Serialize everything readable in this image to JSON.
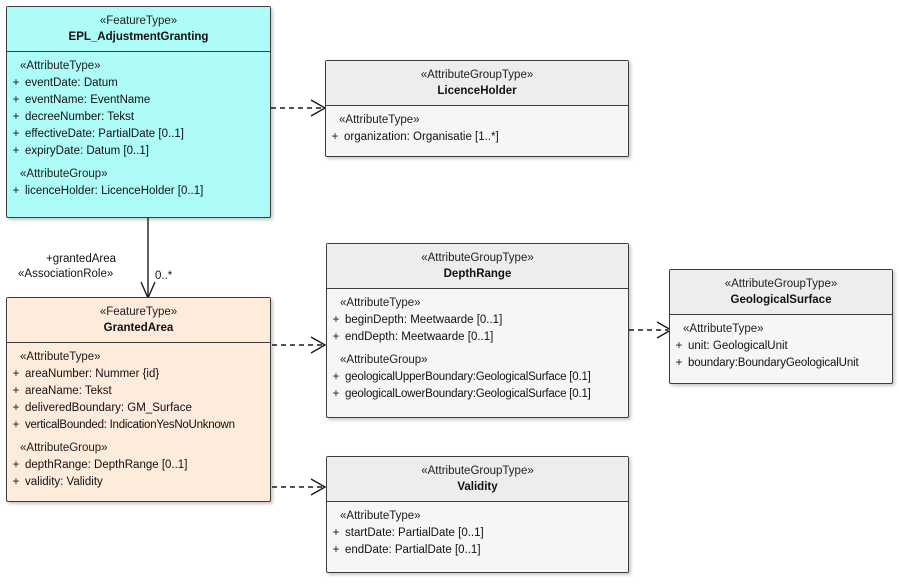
{
  "diagram": {
    "title": "EPL_AdjustmentGranting UML class diagram",
    "background": "#ffffff",
    "colors": {
      "feature_type_primary": "#aefcf7",
      "feature_type_secondary": "#fdebdc",
      "attribute_group_type": "#f6f6f6",
      "attribute_group_type_header": "#ededed",
      "border": "#3c3c3c",
      "connector": "#1a1a1a"
    }
  },
  "classes": {
    "epl_adjustment_granting": {
      "stereotype": "«FeatureType»",
      "name": "EPL_AdjustmentGranting",
      "compartments": [
        {
          "label": "«AttributeType»",
          "attributes": [
            {
              "visibility": "+",
              "text": "eventDate: Datum"
            },
            {
              "visibility": "+",
              "text": "eventName: EventName"
            },
            {
              "visibility": "+",
              "text": "decreeNumber: Tekst"
            },
            {
              "visibility": "+",
              "text": "effectiveDate: PartialDate [0..1]"
            },
            {
              "visibility": "+",
              "text": "expiryDate: Datum [0..1]"
            }
          ]
        },
        {
          "label": "«AttributeGroup»",
          "attributes": [
            {
              "visibility": "+",
              "text": "licenceHolder: LicenceHolder [0..1]"
            }
          ]
        }
      ]
    },
    "licence_holder": {
      "stereotype": "«AttributeGroupType»",
      "name": "LicenceHolder",
      "compartments": [
        {
          "label": "«AttributeType»",
          "attributes": [
            {
              "visibility": "+",
              "text": "organization: Organisatie [1..*]"
            }
          ]
        }
      ]
    },
    "granted_area": {
      "stereotype": "«FeatureType»",
      "name": "GrantedArea",
      "compartments": [
        {
          "label": "«AttributeType»",
          "attributes": [
            {
              "visibility": "+",
              "text": "areaNumber: Nummer {id}"
            },
            {
              "visibility": "+",
              "text": "areaName: Tekst"
            },
            {
              "visibility": "+",
              "text": "deliveredBoundary: GM_Surface"
            },
            {
              "visibility": "+",
              "text": "verticalBounded: IndicationYesNoUnknown"
            }
          ]
        },
        {
          "label": "«AttributeGroup»",
          "attributes": [
            {
              "visibility": "+",
              "text": "depthRange: DepthRange [0..1]"
            },
            {
              "visibility": "+",
              "text": "validity: Validity"
            }
          ]
        }
      ]
    },
    "depth_range": {
      "stereotype": "«AttributeGroupType»",
      "name": "DepthRange",
      "compartments": [
        {
          "label": "«AttributeType»",
          "attributes": [
            {
              "visibility": "+",
              "text": "beginDepth: Meetwaarde [0..1]"
            },
            {
              "visibility": "+",
              "text": "endDepth: Meetwaarde [0..1]"
            }
          ]
        },
        {
          "label": "«AttributeGroup»",
          "attributes": [
            {
              "visibility": "+",
              "text": "geologicalUpperBoundary:GeologicalSurface [0.1]"
            },
            {
              "visibility": "+",
              "text": "geologicalLowerBoundary:GeologicalSurface [0.1]"
            }
          ]
        }
      ]
    },
    "geological_surface": {
      "stereotype": "«AttributeGroupType»",
      "name": "GeologicalSurface",
      "compartments": [
        {
          "label": "«AttributeType»",
          "attributes": [
            {
              "visibility": "+",
              "text": "unit: GeologicalUnit"
            },
            {
              "visibility": "+",
              "text": "boundary:BoundaryGeologicalUnit"
            }
          ]
        }
      ]
    },
    "validity": {
      "stereotype": "«AttributeGroupType»",
      "name": "Validity",
      "compartments": [
        {
          "label": "«AttributeType»",
          "attributes": [
            {
              "visibility": "+",
              "text": "startDate: PartialDate [0..1]"
            },
            {
              "visibility": "+",
              "text": "endDate: PartialDate [0..1]"
            }
          ]
        }
      ]
    }
  },
  "connectors": {
    "granting_to_licenceholder": {
      "kind": "dependency",
      "line": "dashed",
      "arrow": "open"
    },
    "granting_to_grantedarea": {
      "kind": "association",
      "line": "solid",
      "arrow": "open",
      "role_name": "+grantedArea",
      "role_stereotype": "«AssociationRole»",
      "multiplicity": "0..*"
    },
    "grantedarea_to_depthrange": {
      "kind": "dependency",
      "line": "dashed",
      "arrow": "open"
    },
    "grantedarea_to_validity": {
      "kind": "dependency",
      "line": "dashed",
      "arrow": "open"
    },
    "depthrange_to_geologicalsurface": {
      "kind": "dependency",
      "line": "dashed",
      "arrow": "open"
    }
  }
}
